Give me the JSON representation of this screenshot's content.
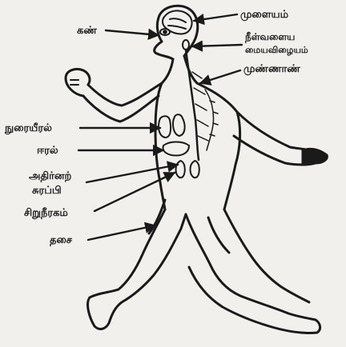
{
  "colors": {
    "background": "#f2f0ec",
    "ink": "#1a1a1a"
  },
  "labels": {
    "eye": "கண்",
    "brain": "முளையம்",
    "medulla_line1": "நீள்வளைய",
    "medulla_line2": "மையவிழையம்",
    "spinal_cord": "முண்ணாண்",
    "lungs": "நுரையீரல்",
    "liver": "ஈரல்",
    "adrenal_line1": "அதிர்னற்",
    "adrenal_line2": "சுரப்பி",
    "kidney": "சிறுநீரகம்",
    "muscle": "தசை"
  }
}
